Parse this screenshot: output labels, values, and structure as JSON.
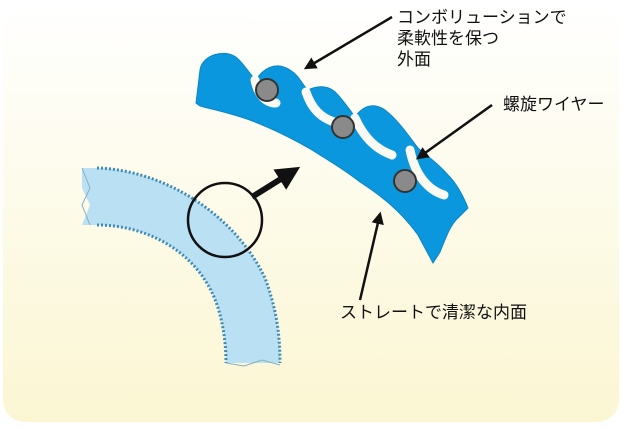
{
  "labels": {
    "outer_line1": "コンボリューションで",
    "outer_line2": "柔軟性を保つ",
    "outer_line3": "外面",
    "wire": "螺旋ワイヤー",
    "inner": "ストレートで清潔な内面"
  },
  "colors": {
    "background_top": "#ffffff",
    "background_bottom": "#fbf6d2",
    "tube_fill": "#b9e0f3",
    "tube_edge": "#3d8bb8",
    "hose_blue": "#0b97dd",
    "wire_gray": "#8a8a8a",
    "arrow": "#111111"
  }
}
